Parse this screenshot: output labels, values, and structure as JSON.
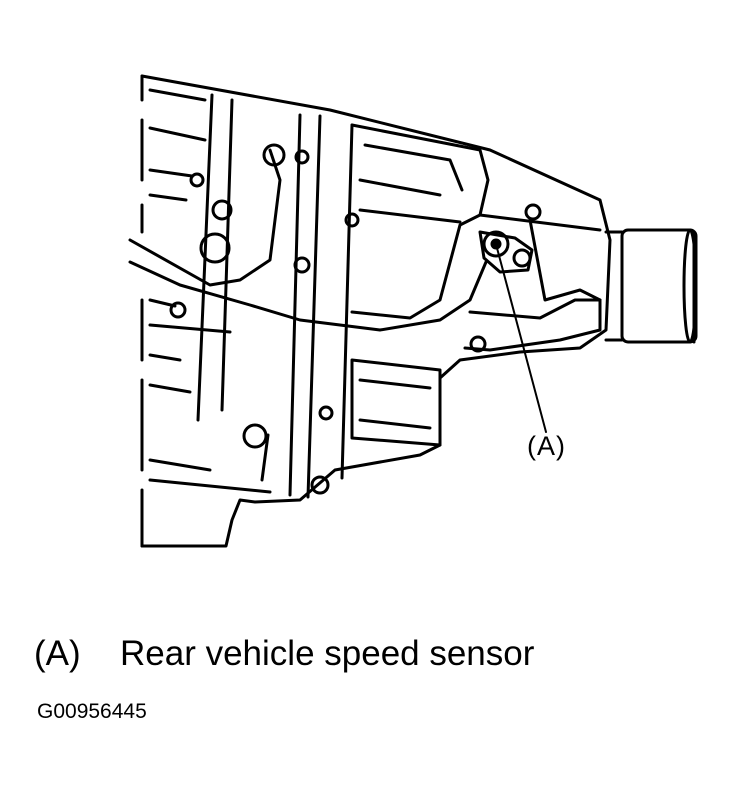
{
  "diagram": {
    "callout_label": "(A)",
    "legend": {
      "key": "(A)",
      "text": "Rear vehicle speed sensor"
    },
    "figure_id": "G00956445"
  }
}
